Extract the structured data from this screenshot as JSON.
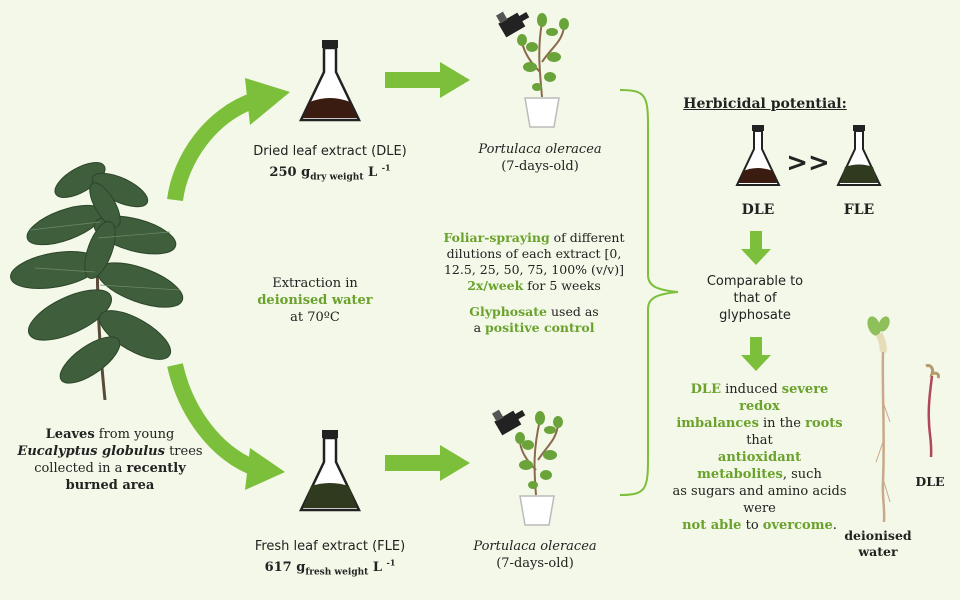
{
  "leaves": {
    "line1_bold": "Leaves",
    "line1_rest": " from young",
    "species_italic": "Eucalyptus globulus",
    "line2_rest": " trees",
    "line3_pre": "collected in a ",
    "line3_bold": "recently",
    "line4_bold": "burned area"
  },
  "extraction": {
    "line1": "Extraction in",
    "line2_green": "deionised water",
    "line3": "at 70ºC"
  },
  "dle": {
    "label": "Dried leaf extract (DLE)",
    "conc_value": "250 g",
    "conc_sub": "dry weight",
    "conc_unit": " L",
    "conc_sup": "-1"
  },
  "fle": {
    "label": "Fresh leaf extract (FLE)",
    "conc_value": "617 g",
    "conc_sub": "fresh weight",
    "conc_unit": " L",
    "conc_sup": "-1"
  },
  "plant_top": {
    "species": "Portulaca oleracea",
    "age": "(7-days-old)"
  },
  "plant_bottom": {
    "species": "Portulaca oleracea",
    "age": "(7-days-old)"
  },
  "treatment": {
    "line1_green": "Foliar-spraying",
    "line1_rest": " of different",
    "line2": "dilutions of each extract [0,",
    "line3": "12.5, 25, 50, 75, 100% (v/v)]",
    "line4_green": "2x/week",
    "line4_rest": " for 5 weeks",
    "line5_green": "Glyphosate",
    "line5_rest": " used as",
    "line6_pre": "a ",
    "line6_green": "positive control"
  },
  "herbicidal": {
    "title": "Herbicidal potential:",
    "compare": ">>",
    "left_label": "DLE",
    "right_label": "FLE",
    "comparable_line1": "Comparable to",
    "comparable_line2": "that of",
    "comparable_line3": "glyphosate"
  },
  "conclusion": {
    "w1_green": "DLE",
    "w2": " induced ",
    "w3_green": "severe redox",
    "w4_green": "imbalances",
    "w5": " in the ",
    "w6_green": "roots",
    "w7": " that",
    "w8_green": "antioxidant metabolites",
    "w9": ", such",
    "w10": "as sugars and amino acids were",
    "w11_green": "not able",
    "w12": " to ",
    "w13_green": "overcome",
    "w14": "."
  },
  "seedlings": {
    "deionised_line1": "deionised",
    "deionised_line2": "water",
    "dle_label": "DLE"
  },
  "colors": {
    "background": "#f3f8e8",
    "accent_green": "#6aa22c",
    "arrow_green": "#7cbf3a",
    "dark_extract": "#3a1c10",
    "fresh_extract": "#2f3a1e"
  }
}
